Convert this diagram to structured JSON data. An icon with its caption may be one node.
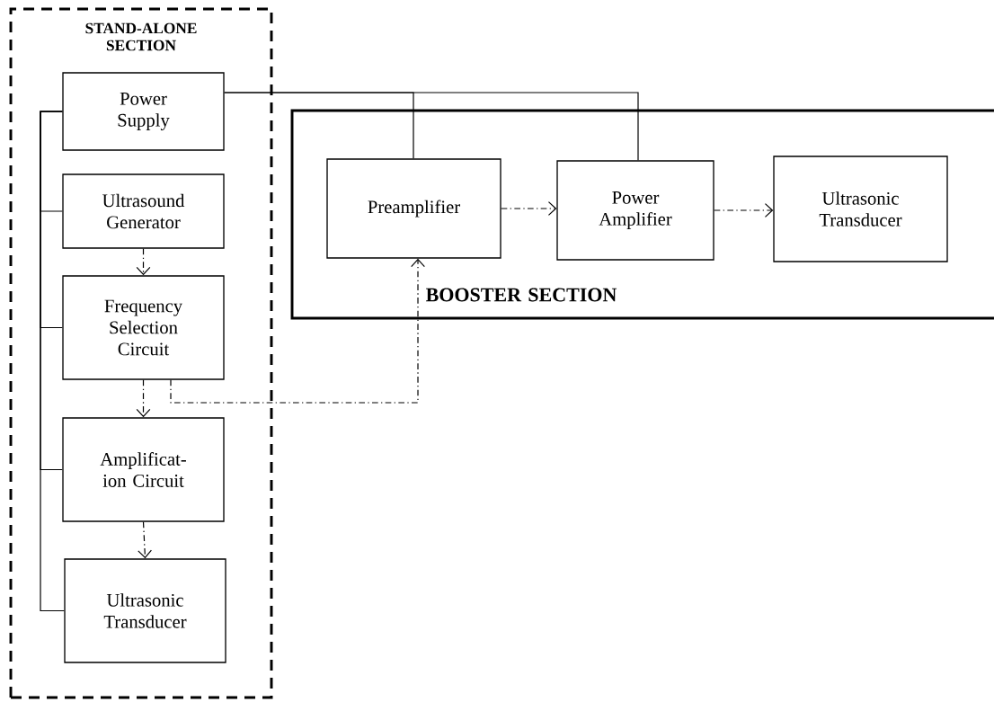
{
  "diagram": {
    "nodes": [
      {
        "text": [
          "STAND-ALONE SECTION"
        ]
      },
      {
        "text": [
          "Power Supply"
        ],
        "in": 0
      },
      {
        "text": [
          "Ultrasound Generator"
        ],
        "in": 0
      },
      {
        "text": [
          "Frequency Selection Circuit"
        ],
        "in": 0
      },
      {
        "text": [
          "Amplificat-ion Circuit"
        ],
        "in": 0
      },
      {
        "text": [
          "Ultrasonic Transducer"
        ],
        "in": 0
      },
      {
        "text": [
          "BOOSTER SECTION"
        ]
      },
      {
        "text": [
          "Preamplifier"
        ],
        "in": 6
      },
      {
        "text": [
          "Power Amplifier"
        ],
        "in": 6
      },
      {
        "text": [
          "Ultrasonic Transducer"
        ],
        "in": 6
      }
    ],
    "edges": [
      {
        "from": 1,
        "to": 2,
        "arrow": "none"
      },
      {
        "from": 1,
        "to": 3,
        "arrow": "none"
      },
      {
        "from": 1,
        "to": 4,
        "arrow": "none"
      },
      {
        "from": 1,
        "to": 5,
        "arrow": "none"
      },
      {
        "from": 1,
        "to": 7,
        "arrow": "none"
      },
      {
        "from": 1,
        "to": 8,
        "arrow": "none"
      },
      {
        "from": 2,
        "to": 3,
        "arrow": "to",
        "style": "dashed"
      },
      {
        "from": 3,
        "to": 4,
        "arrow": "to",
        "style": "dashed"
      },
      {
        "from": 4,
        "to": 5,
        "arrow": "to",
        "style": "dashed"
      },
      {
        "from": 3,
        "to": 7,
        "arrow": "to",
        "style": "dashed"
      },
      {
        "from": 7,
        "to": 8,
        "arrow": "to",
        "style": "dashed"
      },
      {
        "from": 8,
        "to": 9,
        "arrow": "to",
        "style": "dashed"
      }
    ]
  }
}
